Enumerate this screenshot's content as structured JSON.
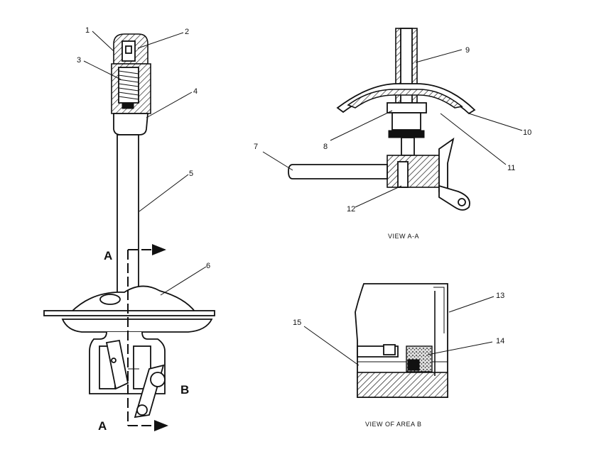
{
  "callouts": {
    "c1": "1",
    "c2": "2",
    "c3": "3",
    "c4": "4",
    "c5": "5",
    "c6": "6",
    "c7": "7",
    "c8": "8",
    "c9": "9",
    "c10": "10",
    "c11": "11",
    "c12": "12",
    "c13": "13",
    "c14": "14",
    "c15": "15"
  },
  "section_marks": {
    "a_top": "A",
    "a_bottom": "A",
    "b": "B"
  },
  "captions": {
    "view_aa": "VIEW A-A",
    "view_area_b": "VIEW OF AREA B"
  }
}
